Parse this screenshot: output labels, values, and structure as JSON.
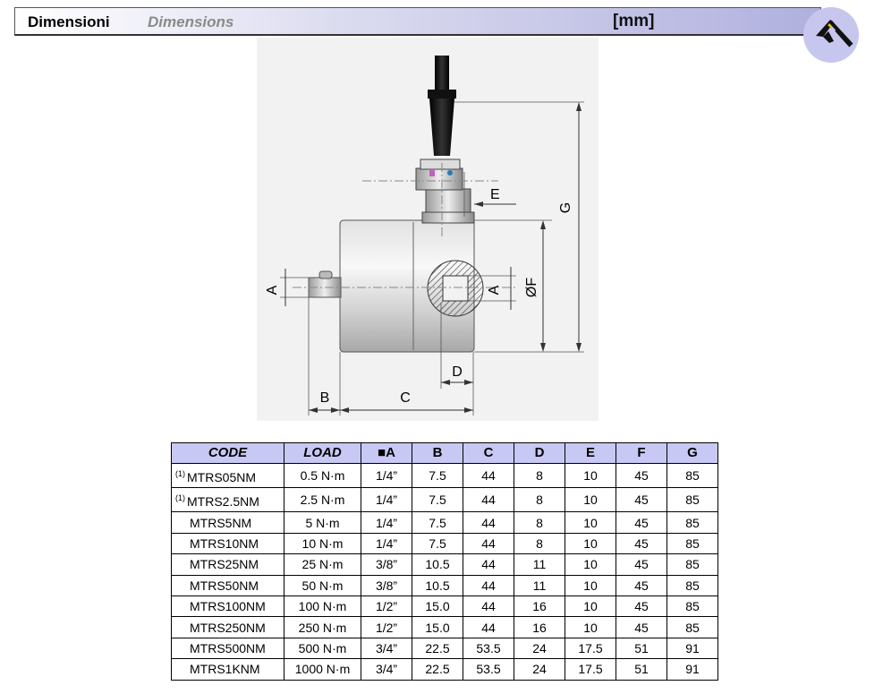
{
  "header": {
    "title_it": "Dimensioni",
    "title_en": "Dimensions",
    "unit": "[mm]",
    "icon": "caliper-icon"
  },
  "drawing": {
    "labels": {
      "A_left": "A",
      "A_right": "A",
      "B": "B",
      "C": "C",
      "D": "D",
      "E": "E",
      "F": "ØF",
      "G": "G"
    }
  },
  "table": {
    "headers": [
      "CODE",
      "LOAD",
      "■A",
      "B",
      "C",
      "D",
      "E",
      "F",
      "G"
    ],
    "rows": [
      {
        "note": "(1)",
        "code": "MTRS05NM",
        "load": "0.5 N·m",
        "a": "1/4”",
        "b": "7.5",
        "c": "44",
        "d": "8",
        "e": "10",
        "f": "45",
        "g": "85"
      },
      {
        "note": "(1)",
        "code": "MTRS2.5NM",
        "load": "2.5 N·m",
        "a": "1/4”",
        "b": "7.5",
        "c": "44",
        "d": "8",
        "e": "10",
        "f": "45",
        "g": "85"
      },
      {
        "note": "",
        "code": "MTRS5NM",
        "load": "5  N·m",
        "a": "1/4”",
        "b": "7.5",
        "c": "44",
        "d": "8",
        "e": "10",
        "f": "45",
        "g": "85"
      },
      {
        "note": "",
        "code": "MTRS10NM",
        "load": "10  N·m",
        "a": "1/4”",
        "b": "7.5",
        "c": "44",
        "d": "8",
        "e": "10",
        "f": "45",
        "g": "85"
      },
      {
        "note": "",
        "code": "MTRS25NM",
        "load": "25  N·m",
        "a": "3/8”",
        "b": "10.5",
        "c": "44",
        "d": "11",
        "e": "10",
        "f": "45",
        "g": "85"
      },
      {
        "note": "",
        "code": "MTRS50NM",
        "load": "50  N·m",
        "a": "3/8”",
        "b": "10.5",
        "c": "44",
        "d": "11",
        "e": "10",
        "f": "45",
        "g": "85"
      },
      {
        "note": "",
        "code": "MTRS100NM",
        "load": "100  N·m",
        "a": "1/2”",
        "b": "15.0",
        "c": "44",
        "d": "16",
        "e": "10",
        "f": "45",
        "g": "85"
      },
      {
        "note": "",
        "code": "MTRS250NM",
        "load": "250  N·m",
        "a": "1/2”",
        "b": "15.0",
        "c": "44",
        "d": "16",
        "e": "10",
        "f": "45",
        "g": "85"
      },
      {
        "note": "",
        "code": "MTRS500NM",
        "load": "500  N·m",
        "a": "3/4”",
        "b": "22.5",
        "c": "53.5",
        "d": "24",
        "e": "17.5",
        "f": "51",
        "g": "91"
      },
      {
        "note": "",
        "code": "MTRS1KNM",
        "load": "1000  N·m",
        "a": "3/4”",
        "b": "22.5",
        "c": "53.5",
        "d": "24",
        "e": "17.5",
        "f": "51",
        "g": "91"
      }
    ]
  }
}
